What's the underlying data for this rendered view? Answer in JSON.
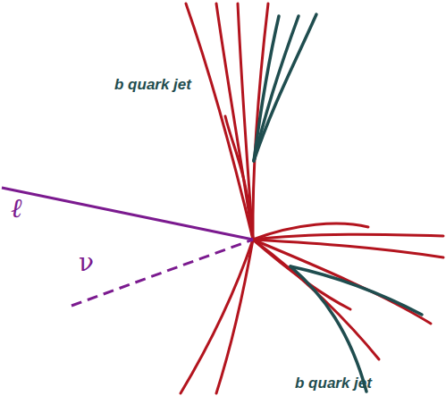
{
  "diagram": {
    "labels": [
      "b quark jet",
      "ℓ",
      "ν",
      "b quark jet"
    ]
  }
}
